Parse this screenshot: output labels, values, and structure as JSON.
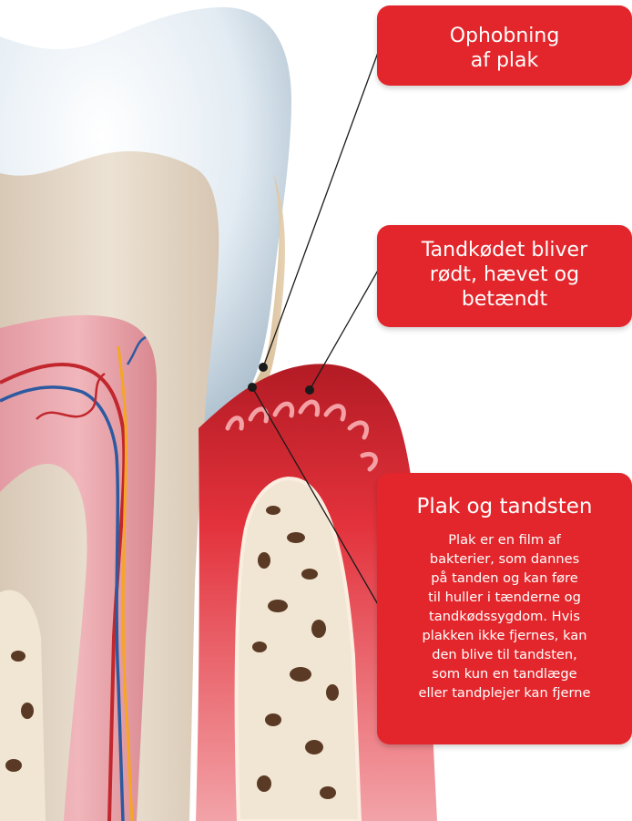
{
  "callouts": {
    "plaque_buildup": {
      "line1": "Ophobning",
      "line2": "af plak"
    },
    "gum_inflamed": {
      "line1": "Tandkødet bliver",
      "line2": "rødt, hævet og",
      "line3": "betændt"
    },
    "plaque_tartar": {
      "title": "Plak og tandsten",
      "body": [
        "Plak er en film af",
        "bakterier, som dannes",
        "på tanden og kan føre",
        "til huller i tænderne og",
        "tandkødssygdom. Hvis",
        "plakken ikke fjernes, kan",
        "den blive til tandsten,",
        "som kun en tandlæge",
        "eller tandplejer kan fjerne"
      ]
    }
  },
  "colors": {
    "callout_background": "#e3262b",
    "callout_text": "#ffffff",
    "enamel": "#dfe9f1",
    "dentin": "#e9dccd",
    "pulp": "#d9878f",
    "gum": "#e3323c",
    "bone": "#f1e6d3",
    "artery": "#c1272d",
    "vein": "#2c5aa0",
    "nerve": "#f5a623"
  }
}
